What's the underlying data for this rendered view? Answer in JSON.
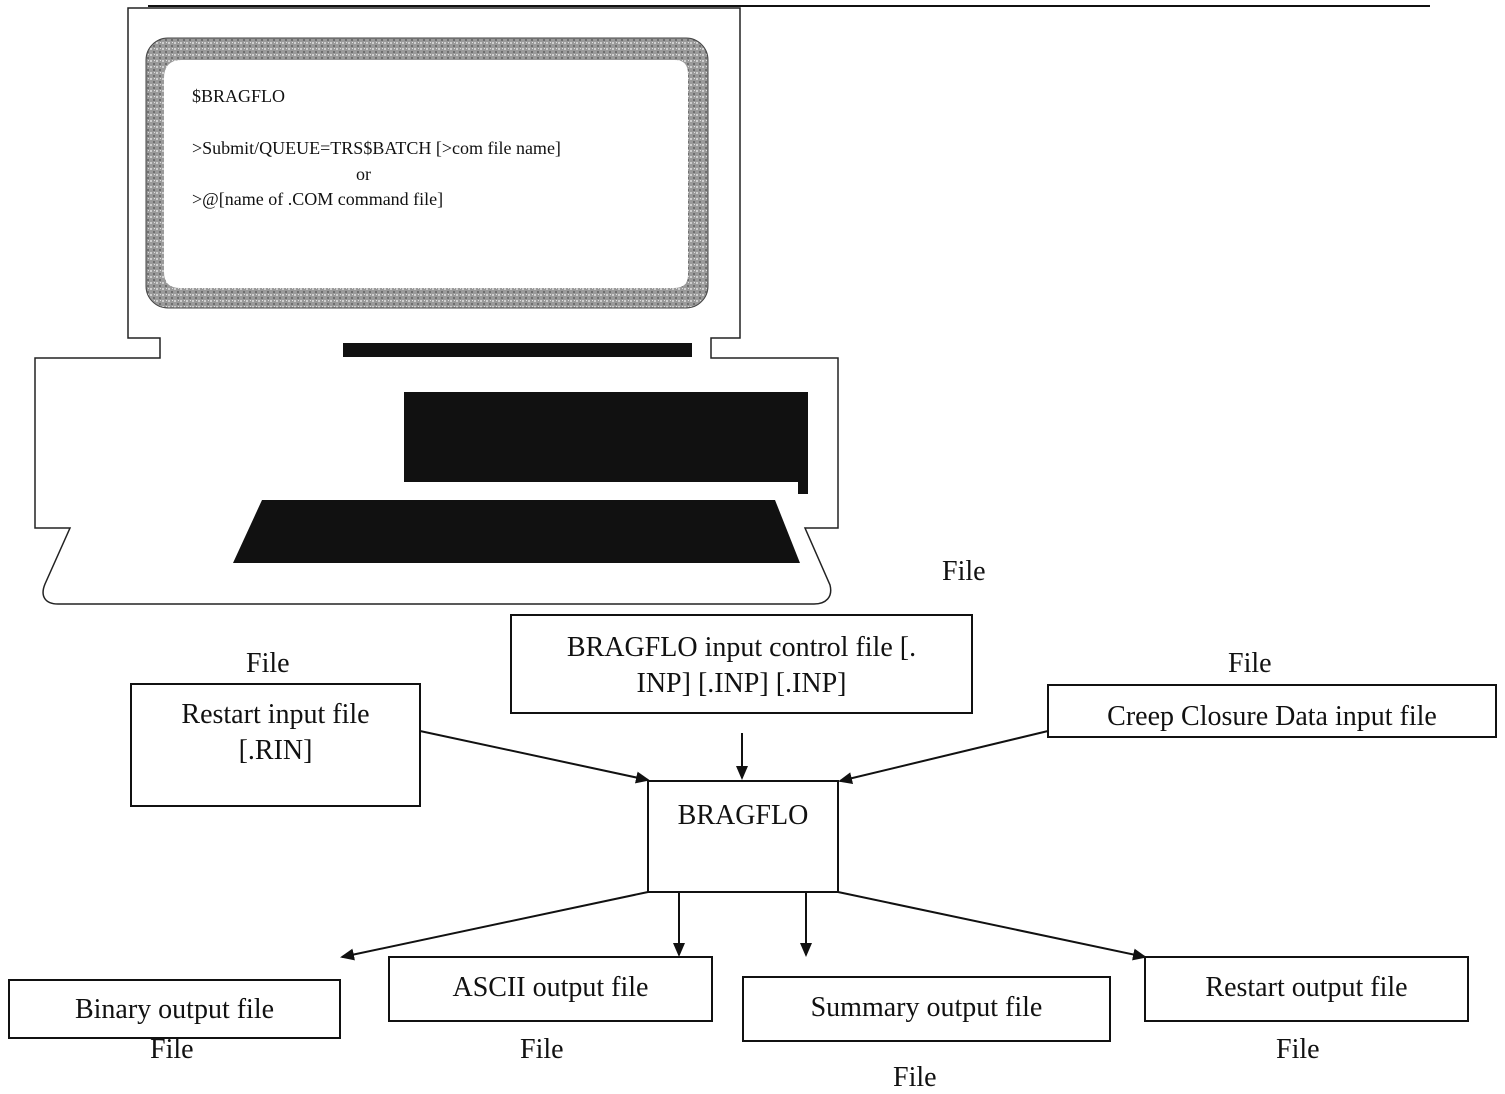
{
  "terminal": {
    "prompt": "$BRAGFLO",
    "line1": ">Submit/QUEUE=TRS$BATCH [>com file name]",
    "or": "or",
    "line2": ">@[name of .COM command  file]"
  },
  "top_file_label": "File",
  "nodes": {
    "restart_input": {
      "label_above": "File",
      "line1": "Restart input file",
      "line2": "[.RIN]"
    },
    "input_control": {
      "line1": "BRAGFLO input control file [.",
      "line2": "INP] [.INP] [.INP]"
    },
    "creep_closure": {
      "label_above": "File",
      "text": "Creep Closure Data input file"
    },
    "bragflo": {
      "text": "BRAGFLO"
    },
    "binary_output": {
      "text": "Binary output file",
      "label_below": "File"
    },
    "ascii_output": {
      "text": "ASCII output file",
      "label_below": "File"
    },
    "summary_output": {
      "text": "Summary output file",
      "label_below": "File"
    },
    "restart_output": {
      "text": "Restart output file",
      "label_below": "File"
    }
  },
  "colors": {
    "ink": "#111111",
    "screen_frame": "#8a8a8a",
    "background": "#ffffff"
  }
}
